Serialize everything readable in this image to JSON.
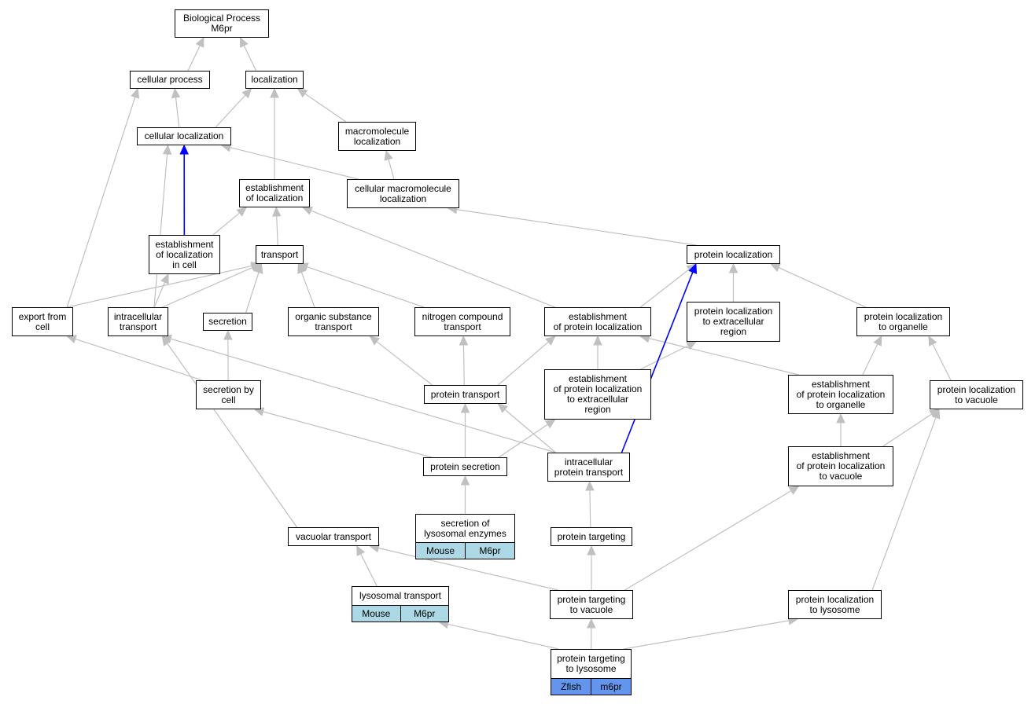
{
  "colors": {
    "edge": "#c0c0c0",
    "highlight_edge": "#0000ff",
    "annotation_light": "#add8e6",
    "annotation_strong": "#6495ed"
  },
  "nodes": {
    "biological_process": "Biological Process\nM6pr",
    "cellular_process": "cellular process",
    "localization": "localization",
    "cellular_localization": "cellular localization",
    "macromolecule_localization": "macromolecule\nlocalization",
    "establishment_of_localization": "establishment\nof localization",
    "cellular_macromolecule_localization": "cellular macromolecule\nlocalization",
    "establishment_of_localization_in_cell": "establishment\nof localization\nin cell",
    "transport": "transport",
    "protein_localization": "protein localization",
    "export_from_cell": "export from\ncell",
    "intracellular_transport": "intracellular\ntransport",
    "secretion": "secretion",
    "organic_substance_transport": "organic substance\ntransport",
    "nitrogen_compound_transport": "nitrogen compound\ntransport",
    "establishment_of_protein_localization": "establishment\nof protein localization",
    "protein_localization_to_extracellular_region": "protein localization\nto extracellular\nregion",
    "protein_localization_to_organelle": "protein localization\nto organelle",
    "secretion_by_cell": "secretion by\ncell",
    "protein_transport": "protein transport",
    "establishment_of_protein_localization_to_extracellular_region": "establishment\nof protein localization\nto extracellular\nregion",
    "establishment_of_protein_localization_to_organelle": "establishment\nof protein localization\nto organelle",
    "protein_localization_to_vacuole": "protein localization\nto vacuole",
    "protein_secretion": "protein secretion",
    "intracellular_protein_transport": "intracellular\nprotein transport",
    "establishment_of_protein_localization_to_vacuole": "establishment\nof protein localization\nto vacuole",
    "vacuolar_transport": "vacuolar transport",
    "protein_targeting": "protein targeting",
    "protein_targeting_to_vacuole": "protein targeting\nto vacuole",
    "protein_localization_to_lysosome": "protein localization\nto lysosome"
  },
  "annotated_nodes": {
    "secretion_of_lysosomal_enzymes": {
      "label": "secretion of\nlysosomal enzymes",
      "tags": [
        {
          "text": "Mouse",
          "color": "#add8e6"
        },
        {
          "text": "M6pr",
          "color": "#add8e6"
        }
      ]
    },
    "lysosomal_transport": {
      "label": "lysosomal transport",
      "tags": [
        {
          "text": "Mouse",
          "color": "#add8e6"
        },
        {
          "text": "M6pr",
          "color": "#add8e6"
        }
      ]
    },
    "protein_targeting_to_lysosome": {
      "label": "protein targeting\nto lysosome",
      "tags": [
        {
          "text": "Zfish",
          "color": "#6495ed"
        },
        {
          "text": "m6pr",
          "color": "#6495ed"
        }
      ]
    }
  },
  "edges": [
    [
      "cellular_process",
      "biological_process",
      "gray"
    ],
    [
      "localization",
      "biological_process",
      "gray"
    ],
    [
      "cellular_localization",
      "cellular_process",
      "gray"
    ],
    [
      "cellular_localization",
      "localization",
      "gray"
    ],
    [
      "export_from_cell",
      "cellular_process",
      "gray"
    ],
    [
      "macromolecule_localization",
      "localization",
      "gray"
    ],
    [
      "establishment_of_localization",
      "localization",
      "gray"
    ],
    [
      "cellular_macromolecule_localization",
      "macromolecule_localization",
      "gray"
    ],
    [
      "cellular_macromolecule_localization",
      "cellular_localization",
      "gray"
    ],
    [
      "establishment_of_localization_in_cell",
      "cellular_localization",
      "blue"
    ],
    [
      "establishment_of_localization_in_cell",
      "establishment_of_localization",
      "gray"
    ],
    [
      "intracellular_transport",
      "cellular_localization",
      "gray"
    ],
    [
      "transport",
      "establishment_of_localization",
      "gray"
    ],
    [
      "protein_localization",
      "cellular_macromolecule_localization",
      "gray"
    ],
    [
      "establishment_of_protein_localization",
      "establishment_of_localization",
      "gray"
    ],
    [
      "export_from_cell",
      "transport",
      "gray"
    ],
    [
      "intracellular_transport",
      "transport",
      "gray"
    ],
    [
      "intracellular_transport",
      "establishment_of_localization_in_cell",
      "gray"
    ],
    [
      "secretion",
      "transport",
      "gray"
    ],
    [
      "organic_substance_transport",
      "transport",
      "gray"
    ],
    [
      "nitrogen_compound_transport",
      "transport",
      "gray"
    ],
    [
      "establishment_of_protein_localization",
      "protein_localization",
      "gray"
    ],
    [
      "protein_localization_to_extracellular_region",
      "protein_localization",
      "gray"
    ],
    [
      "protein_localization_to_organelle",
      "protein_localization",
      "gray"
    ],
    [
      "secretion_by_cell",
      "export_from_cell",
      "gray"
    ],
    [
      "secretion_by_cell",
      "secretion",
      "gray"
    ],
    [
      "protein_transport",
      "organic_substance_transport",
      "gray"
    ],
    [
      "protein_transport",
      "nitrogen_compound_transport",
      "gray"
    ],
    [
      "protein_transport",
      "establishment_of_protein_localization",
      "gray"
    ],
    [
      "establishment_of_protein_localization_to_extracellular_region",
      "establishment_of_protein_localization",
      "gray"
    ],
    [
      "establishment_of_protein_localization_to_extracellular_region",
      "protein_localization_to_extracellular_region",
      "gray"
    ],
    [
      "establishment_of_protein_localization_to_organelle",
      "establishment_of_protein_localization",
      "gray"
    ],
    [
      "establishment_of_protein_localization_to_organelle",
      "protein_localization_to_organelle",
      "gray"
    ],
    [
      "protein_localization_to_vacuole",
      "protein_localization_to_organelle",
      "gray"
    ],
    [
      "protein_secretion",
      "secretion_by_cell",
      "gray"
    ],
    [
      "protein_secretion",
      "protein_transport",
      "gray"
    ],
    [
      "protein_secretion",
      "establishment_of_protein_localization_to_extracellular_region",
      "gray"
    ],
    [
      "intracellular_protein_transport",
      "intracellular_transport",
      "gray"
    ],
    [
      "intracellular_protein_transport",
      "protein_transport",
      "gray"
    ],
    [
      "intracellular_protein_transport",
      "protein_localization",
      "blue"
    ],
    [
      "establishment_of_protein_localization_to_vacuole",
      "establishment_of_protein_localization_to_organelle",
      "gray"
    ],
    [
      "establishment_of_protein_localization_to_vacuole",
      "protein_localization_to_vacuole",
      "gray"
    ],
    [
      "secretion_of_lysosomal_enzymes",
      "protein_secretion",
      "gray"
    ],
    [
      "vacuolar_transport",
      "intracellular_transport",
      "gray"
    ],
    [
      "protein_targeting",
      "intracellular_protein_transport",
      "gray"
    ],
    [
      "lysosomal_transport",
      "vacuolar_transport",
      "gray"
    ],
    [
      "protein_targeting_to_vacuole",
      "vacuolar_transport",
      "gray"
    ],
    [
      "protein_targeting_to_vacuole",
      "protein_targeting",
      "gray"
    ],
    [
      "protein_targeting_to_vacuole",
      "establishment_of_protein_localization_to_vacuole",
      "gray"
    ],
    [
      "protein_localization_to_lysosome",
      "protein_localization_to_vacuole",
      "gray"
    ],
    [
      "protein_targeting_to_lysosome",
      "lysosomal_transport",
      "gray"
    ],
    [
      "protein_targeting_to_lysosome",
      "protein_targeting_to_vacuole",
      "gray"
    ],
    [
      "protein_targeting_to_lysosome",
      "protein_localization_to_lysosome",
      "gray"
    ]
  ]
}
